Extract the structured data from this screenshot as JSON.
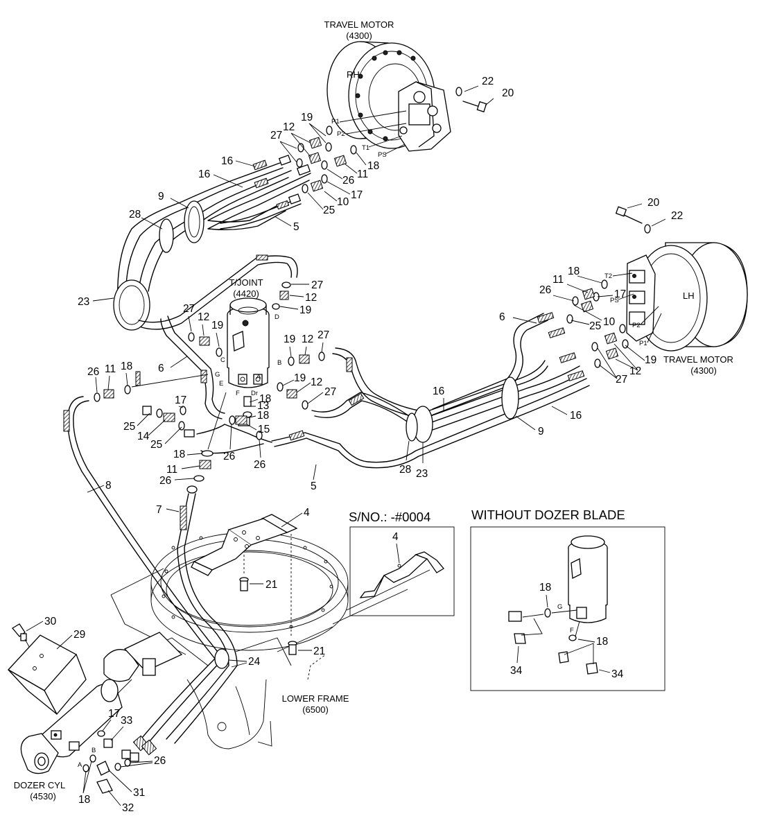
{
  "labels": {
    "travel_motor_rh_title": "TRAVEL MOTOR",
    "travel_motor_rh_code": "(4300)",
    "rh": "RH",
    "travel_motor_lh_title": "TRAVEL MOTOR",
    "travel_motor_lh_code": "(4300)",
    "lh": "LH",
    "tjoint_title": "T/JOINT",
    "tjoint_code": "(4420)",
    "sno": "S/NO.: -#0004",
    "without_dozer": "WITHOUT DOZER BLADE",
    "lower_frame_title": "LOWER FRAME",
    "lower_frame_code": "(6500)",
    "dozer_cyl_title": "DOZER CYL",
    "dozer_cyl_code": "(4530)"
  },
  "ports": {
    "p1": "P1",
    "p2": "P2",
    "t1": "T1",
    "ps": "PS",
    "t2": "T2",
    "a": "A",
    "b": "B",
    "c": "C",
    "d": "D",
    "e": "E",
    "f": "F",
    "g": "G",
    "dr": "Dr"
  },
  "callouts": {
    "c22a": "22",
    "c20a": "20",
    "c19a": "19",
    "c12a": "12",
    "c27a": "27",
    "c16a": "16",
    "c16b": "16",
    "c9a": "9",
    "c28a": "28",
    "c18a": "18",
    "c11a": "11",
    "c26a": "26",
    "c17a": "17",
    "c10a": "10",
    "c25a": "25",
    "c5a": "5",
    "c20b": "20",
    "c22b": "22",
    "c18b": "18",
    "c11b": "11",
    "c26b": "26",
    "c17b": "17",
    "c10b": "10",
    "c25b": "25",
    "c6a": "6",
    "c19b": "19",
    "c12b": "12",
    "c27b": "27",
    "c16c": "16",
    "c9b": "9",
    "c23a": "23",
    "c28b": "28",
    "c23b": "23",
    "c27c": "27",
    "c12c": "12",
    "c19c": "19",
    "c27d": "27",
    "c12d": "12",
    "c19d": "19",
    "c19e": "19",
    "c12e": "12",
    "c27e": "27",
    "c6b": "6",
    "c26c": "26",
    "c11c": "11",
    "c18c": "18",
    "c19f": "19",
    "c12f": "12",
    "c27f": "27",
    "c17c": "17",
    "c18d": "18",
    "c13a": "13",
    "c18e": "18",
    "c15a": "15",
    "c25c": "25",
    "c14a": "14",
    "c25d": "25",
    "c26d": "26",
    "c26e": "26",
    "c5b": "5",
    "c18f": "18",
    "c11d": "11",
    "c26f": "26",
    "c8a": "8",
    "c7a": "7",
    "c4a": "4",
    "c21a": "21",
    "c21b": "21",
    "c4b": "4",
    "c18g": "18",
    "c34a": "34",
    "c18h": "18",
    "c34b": "34",
    "c30a": "30",
    "c29a": "29",
    "c24a": "24",
    "c17d": "17",
    "c33a": "33",
    "c26g": "26",
    "c31a": "31",
    "c18i": "18",
    "c32a": "32"
  }
}
